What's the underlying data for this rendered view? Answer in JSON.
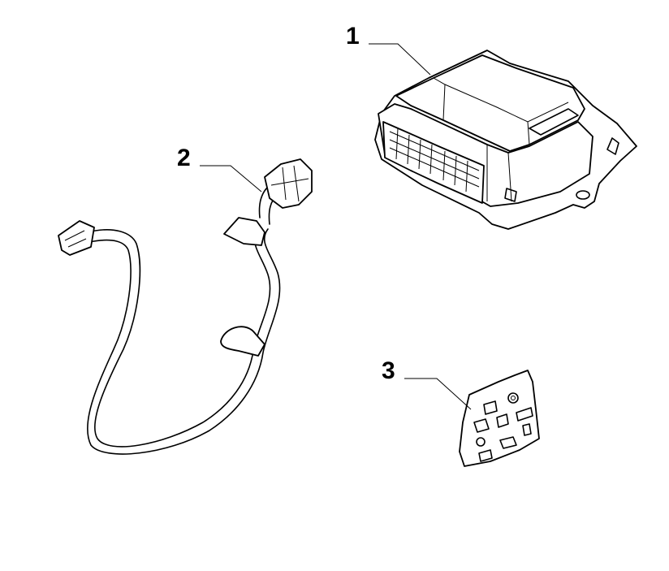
{
  "callouts": [
    {
      "label": "1"
    },
    {
      "label": "2"
    },
    {
      "label": "3"
    }
  ],
  "colors": {
    "line": "#000000",
    "fill": "#ffffff"
  }
}
